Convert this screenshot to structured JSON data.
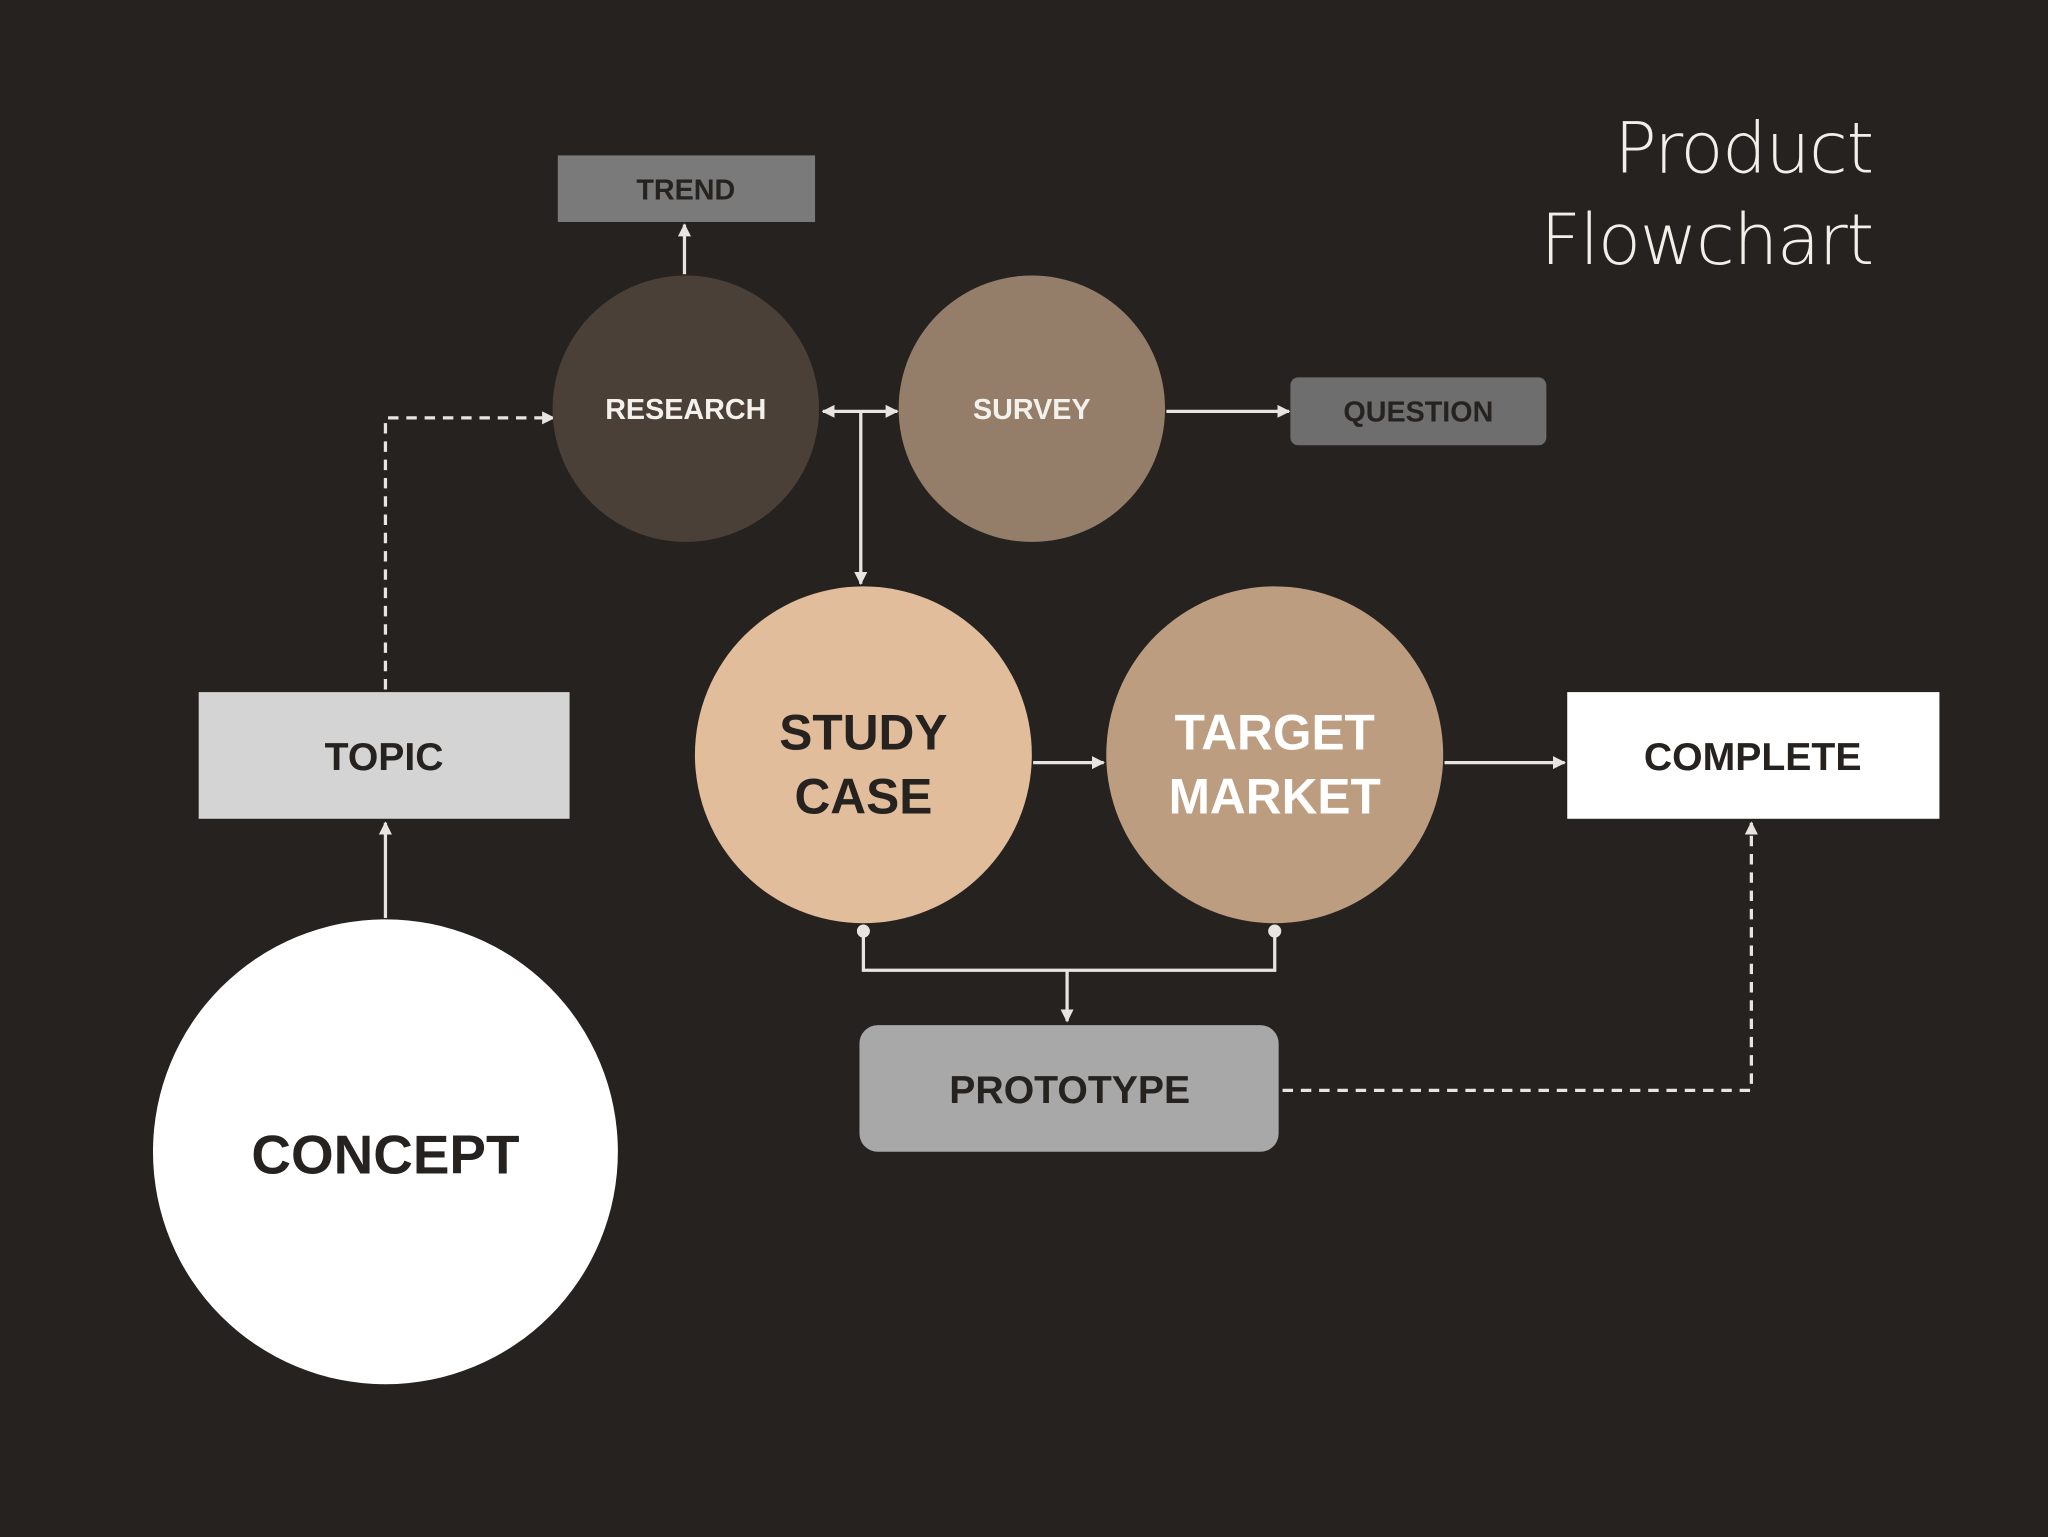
{
  "title": {
    "line1": "Product",
    "line2": "Flowchart"
  },
  "nodes": {
    "trend": "TREND",
    "research": "RESEARCH",
    "survey": "SURVEY",
    "question": "QUESTION",
    "topic": "TOPIC",
    "study_case": {
      "line1": "STUDY",
      "line2": "CASE"
    },
    "target_market": {
      "line1": "TARGET",
      "line2": "MARKET"
    },
    "complete": "COMPLETE",
    "concept": "CONCEPT",
    "prototype": "PROTOTYPE"
  },
  "colors": {
    "background": "#262220",
    "research": "#4a4038",
    "survey": "#957e69",
    "study_case": "#e2bd9b",
    "target_market": "#bd9d80",
    "trend": "#7a7a7a",
    "question": "#6e6e6e",
    "topic": "#d4d4d4",
    "prototype": "#a8a8a8"
  }
}
